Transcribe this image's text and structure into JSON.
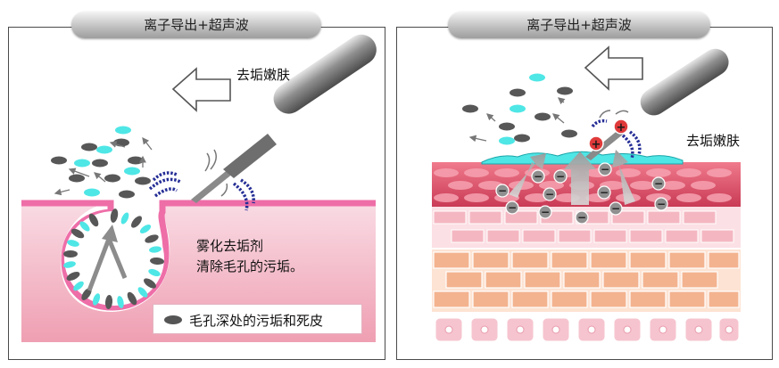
{
  "left_panel": {
    "title": "离子导出+超声波",
    "top_label": "去垢嫩肤",
    "desc_line1": "雾化去垢剂",
    "desc_line2": "清除毛孔的污垢。",
    "legend_text": "毛孔深处的污垢和死皮"
  },
  "right_panel": {
    "title": "离子导出+超声波",
    "side_label": "去垢嫩肤",
    "plus_sign": "+",
    "minus_sign": "−"
  },
  "colors": {
    "dirt": "#575757",
    "cyan_particle": "#4fe6e6",
    "skin_pink": "#f2b5c4",
    "pore_rim": "#ee6ea8",
    "wave_blue": "#262f96",
    "epidermis_red": "#d84a62",
    "cell_orange": "#f3b38f"
  }
}
